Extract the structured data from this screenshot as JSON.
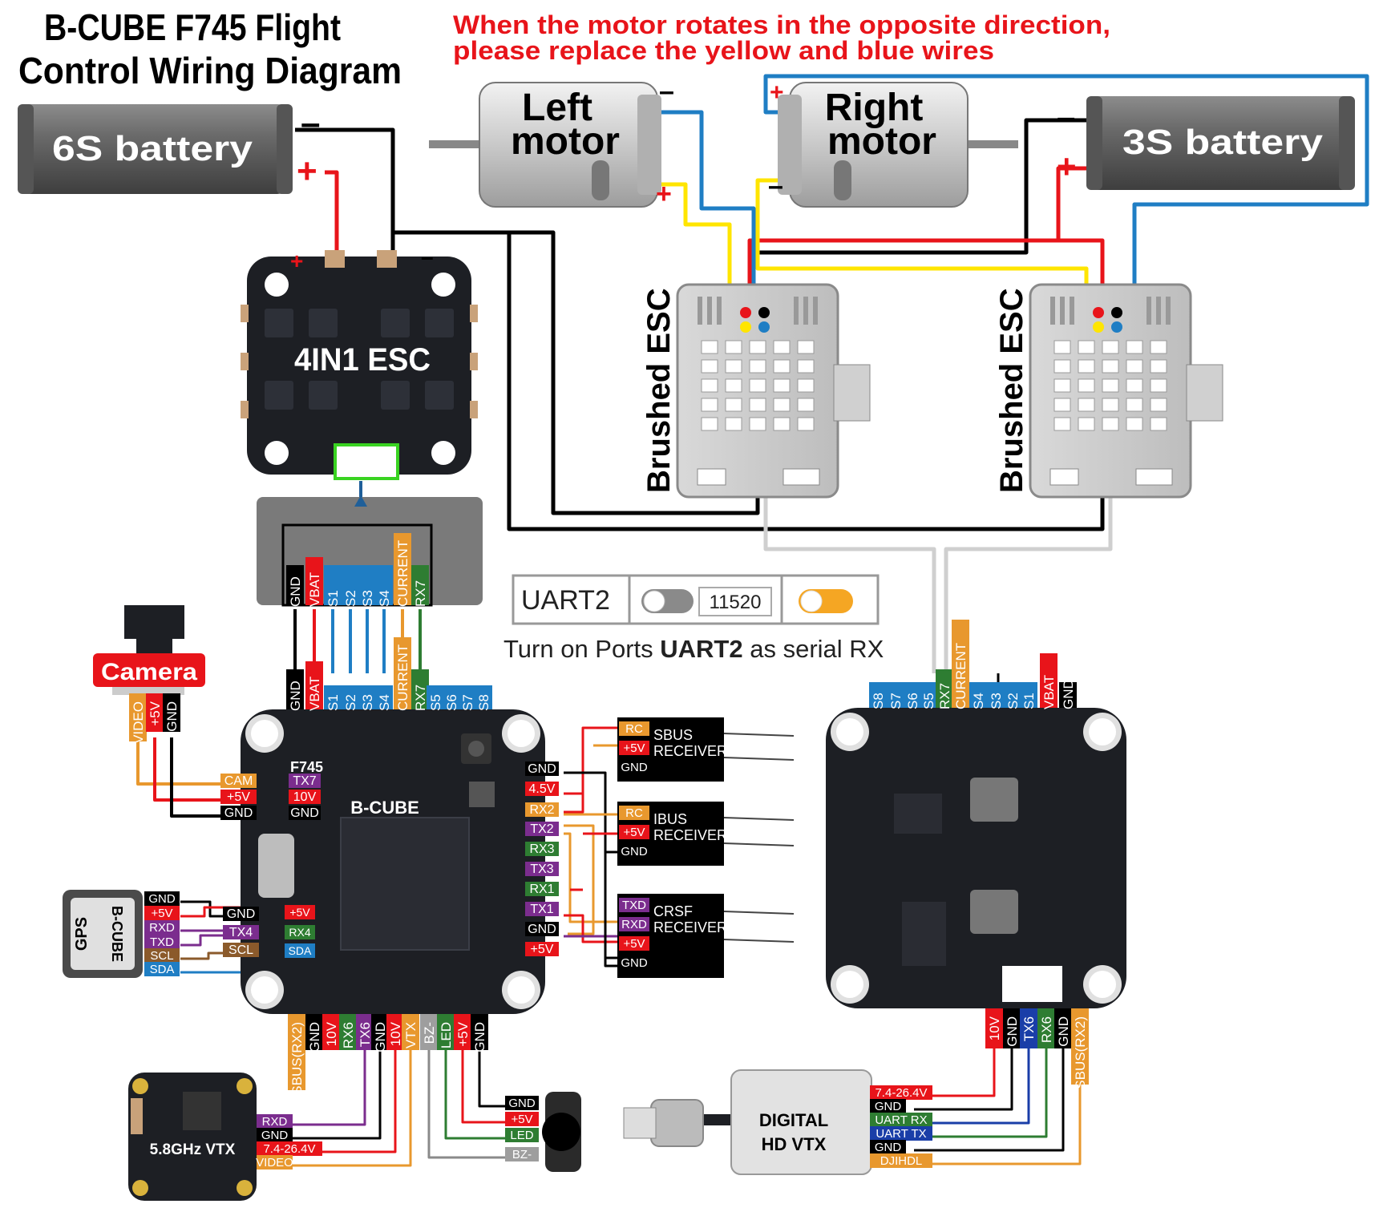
{
  "title": {
    "line1": "B-CUBE F745 Flight",
    "line2": "Control Wiring Diagram"
  },
  "warning": {
    "line1": "When the motor rotates in the opposite direction,",
    "line2": "please replace the yellow and blue wires"
  },
  "batteries": {
    "left": "6S battery",
    "right": "3S battery"
  },
  "motors": {
    "left": {
      "l1": "Left",
      "l2": "motor"
    },
    "right": {
      "l1": "Right",
      "l2": "motor"
    }
  },
  "esc4in1": {
    "label": "4IN1  ESC"
  },
  "brushed_esc_label": "Brushed ESC",
  "esc_conn_pins": [
    "GND",
    "VBAT",
    "S1",
    "S2",
    "S3",
    "S4",
    "CURRENT",
    "RX7"
  ],
  "fc_top_pins": [
    "GND",
    "VBAT",
    "S1",
    "S2",
    "S3",
    "S4",
    "CURRENT",
    "RX7",
    "S5",
    "S6",
    "S7",
    "S8"
  ],
  "fc_right_pins": [
    "S8",
    "S7",
    "S6",
    "S5",
    "RX7",
    "CURRENT",
    "S4",
    "S3",
    "S2",
    "S1",
    "VBAT",
    "GND"
  ],
  "uart": {
    "port": "UART2",
    "baud": "11520",
    "note_pre": "Turn on Ports ",
    "note_bold": "UART2",
    "note_post": " as serial RX"
  },
  "camera": {
    "label": "Camera",
    "pins": [
      "VIDEO",
      "+5V",
      "GND"
    ]
  },
  "fc": {
    "name": "B-CUBE",
    "model": "F745",
    "cam_pads": [
      "CAM",
      "+5V",
      "GND"
    ],
    "board_pads": [
      "TX7",
      "10V",
      "GND"
    ]
  },
  "gps": {
    "label": "GPS",
    "brand": "B-CUBE",
    "pins": [
      "GND",
      "+5V",
      "RXD",
      "TXD",
      "SCL",
      "SDA"
    ],
    "fc_pads": [
      "GND",
      "TX4",
      "SCL"
    ],
    "board_pads": [
      "+5V",
      "RX4",
      "SDA"
    ]
  },
  "fc_side_pads": [
    "GND",
    "4.5V",
    "RX2",
    "TX2",
    "RX3",
    "TX3",
    "RX1",
    "TX1",
    "GND",
    "+5V"
  ],
  "fc_bottom_pins": [
    "SBUS(RX2)",
    "GND",
    "10V",
    "RX6",
    "TX6",
    "GND",
    "10V",
    "VTX",
    "BZ-",
    "LED",
    "+5V",
    "GND"
  ],
  "receivers": [
    {
      "pins": [
        "RC",
        "+5V",
        "GND"
      ],
      "l1": "SBUS",
      "l2": "RECEIVER"
    },
    {
      "pins": [
        "RC",
        "+5V",
        "GND"
      ],
      "l1": "IBUS",
      "l2": "RECEIVER"
    },
    {
      "pins": [
        "TXD",
        "RXD",
        "+5V",
        "GND"
      ],
      "l1": "CRSF",
      "l2": "RECEIVER"
    }
  ],
  "vtx58": {
    "label": "5.8GHz VTX",
    "pins": [
      "RXD",
      "GND",
      "7.4-26.4V",
      "VIDEO"
    ]
  },
  "buzzer": {
    "pins": [
      "GND",
      "+5V",
      "LED",
      "BZ-"
    ]
  },
  "digital_vtx": {
    "l1": "DIGITAL",
    "l2": "HD  VTX",
    "pins": [
      "7.4-26.4V",
      "GND",
      "UART RX",
      "UART TX",
      "GND",
      "DJIHDL"
    ]
  },
  "fc2_bottom_pins": [
    "10V",
    "GND",
    "TX6",
    "RX6",
    "GND",
    "SBUS(RX2)"
  ],
  "colors": {
    "red": "#e8141a",
    "black": "#000000",
    "yellow": "#ffe500",
    "blue": "#1f7ec4",
    "orange": "#e8982e",
    "green": "#2e7d32",
    "purple": "#7b2d8e",
    "gray": "#9e9e9e",
    "brown": "#8b5a2b",
    "navy": "#1a3ea8",
    "board": "#1d1f24",
    "light": "#d8d8d8"
  }
}
